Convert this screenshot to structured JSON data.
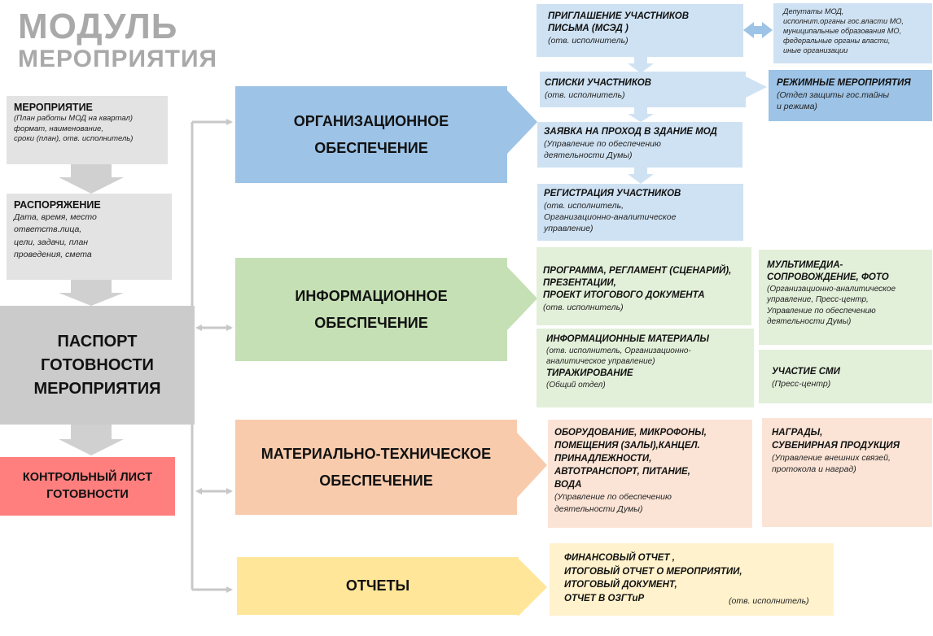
{
  "title": {
    "line1": "МОДУЛЬ",
    "line2": "МЕРОПРИЯТИЯ"
  },
  "left": {
    "event": {
      "title": "МЕРОПРИЯТИЕ",
      "text": "(План работы МОД на квартал)\nформат, наименование,\nсроки (план), отв. исполнитель)"
    },
    "order": {
      "title": "РАСПОРЯЖЕНИЕ",
      "text": "Дата, время, место\nответств.лица,\nцели, задачи, план\nпроведения, смета"
    },
    "passport": "ПАСПОРТ\nГОТОВНОСТИ\nМЕРОПРИЯТИЯ",
    "checklist": "КОНТРОЛЬНЫЙ ЛИСТ\nГОТОВНОСТИ"
  },
  "sections": {
    "org": "ОРГАНИЗАЦИОННОЕ\nОБЕСПЕЧЕНИЕ",
    "info": "ИНФОРМАЦИОННОЕ\nОБЕСПЕЧЕНИЕ",
    "mat": "МАТЕРИАЛЬНО-ТЕХНИЧЕСКОЕ\nОБЕСПЕЧЕНИЕ",
    "reports": "ОТЧЕТЫ"
  },
  "org_items": {
    "invite": {
      "title": "ПРИГЛАШЕНИЕ УЧАСТНИКОВ\nПИСЬМА (МСЭД )",
      "sub": "(отв. исполнитель)"
    },
    "recipients": "Депутаты МОД,\nисполнит.органы гос.власти МО,\nмуниципальные образования МО,\nфедеральные органы власти,\nиные организации",
    "lists": {
      "title": "СПИСКИ УЧАСТНИКОВ",
      "sub": "(отв. исполнитель)"
    },
    "security": {
      "title": "РЕЖИМНЫЕ МЕРОПРИЯТИЯ",
      "sub": "(Отдел защиты гос.тайны\nи режима)"
    },
    "pass": {
      "title": "ЗАЯВКА НА ПРОХОД В ЗДАНИЕ МОД",
      "sub": "(Управление по обеспечению\nдеятельности Думы)"
    },
    "registration": {
      "title": "РЕГИСТРАЦИЯ УЧАСТНИКОВ",
      "sub": "(отв. исполнитель,\nОрганизационно-аналитическое\nуправление)"
    }
  },
  "info_items": {
    "program": {
      "title": "ПРОГРАММА, РЕГЛАМЕНТ (СЦЕНАРИЙ),\nПРЕЗЕНТАЦИИ,\nПРОЕКТ ИТОГОВОГО ДОКУМЕНТА",
      "sub": "(отв. исполнитель)"
    },
    "materials": {
      "title": "ИНФОРМАЦИОННЫЕ МАТЕРИАЛЫ",
      "sub": "(отв. исполнитель, Организационно-\nаналитическое управление)",
      "title2": "ТИРАЖИРОВАНИЕ",
      "sub2": "(Общий отдел)"
    },
    "multimedia": {
      "title": "МУЛЬТИМЕДИА-\nСОПРОВОЖДЕНИЕ, ФОТО",
      "sub": "(Организационно-аналитическое\nуправление, Пресс-центр,\nУправление по обеспечению\nдеятельности Думы)"
    },
    "media": {
      "title": "УЧАСТИЕ СМИ",
      "sub": "(Пресс-центр)"
    }
  },
  "mat_items": {
    "equipment": {
      "title": "ОБОРУДОВАНИЕ, МИКРОФОНЫ,\nПОМЕЩЕНИЯ (ЗАЛЫ),КАНЦЕЛ.\nПРИНАДЛЕЖНОСТИ,\nАВТОТРАНСПОРТ, ПИТАНИЕ,\nВОДА",
      "sub": "(Управление по обеспечению\nдеятельности Думы)"
    },
    "awards": {
      "title": "НАГРАДЫ,\nСУВЕНИРНАЯ ПРОДУКЦИЯ",
      "sub": "(Управление внешних связей,\nпротокола и наград)"
    }
  },
  "report_items": {
    "title": "ФИНАНСОВЫЙ ОТЧЕТ ,\nИТОГОВЫЙ ОТЧЕТ О МЕРОПРИЯТИИ,\nИТОГОВЫЙ ДОКУМЕНТ,\nОТЧЕТ В ОЗГТиР",
    "sub": "(отв. исполнитель)"
  }
}
